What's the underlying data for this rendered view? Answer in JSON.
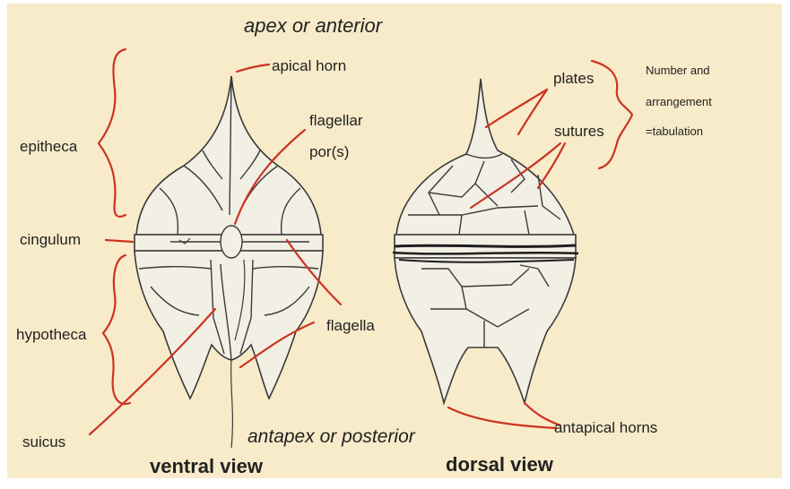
{
  "title_top": "apex or anterior",
  "title_bottom": "antapex or posterior",
  "labels": {
    "apical_horn": "apical horn",
    "flagellar": "flagellar",
    "pores": "por(s)",
    "epitheca": "epitheca",
    "cingulum": "cingulum",
    "hypotheca": "hypotheca",
    "flagella": "flagella",
    "sulcus": "suicus",
    "plates": "plates",
    "sutures": "sutures",
    "number_line1": "Number and",
    "number_line2": "arrangement",
    "number_line3": "=tabulation",
    "antapical_horns": "antapical horns"
  },
  "captions": {
    "ventral": "ventral view",
    "dorsal": "dorsal view"
  },
  "colors": {
    "background": "#f8ebc9",
    "cell_fill": "#f2efe5",
    "outline": "#3a3a3a",
    "annotation_red": "#cc3322"
  }
}
